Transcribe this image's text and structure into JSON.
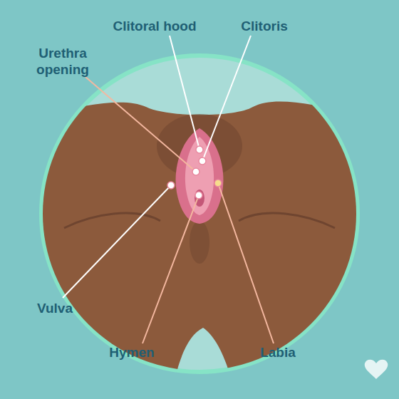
{
  "diagram": {
    "labels": [
      "Clitoral hood",
      "Clitoris",
      "Urethra opening",
      "Vulva",
      "Hymen",
      "Labia"
    ]
  }
}
